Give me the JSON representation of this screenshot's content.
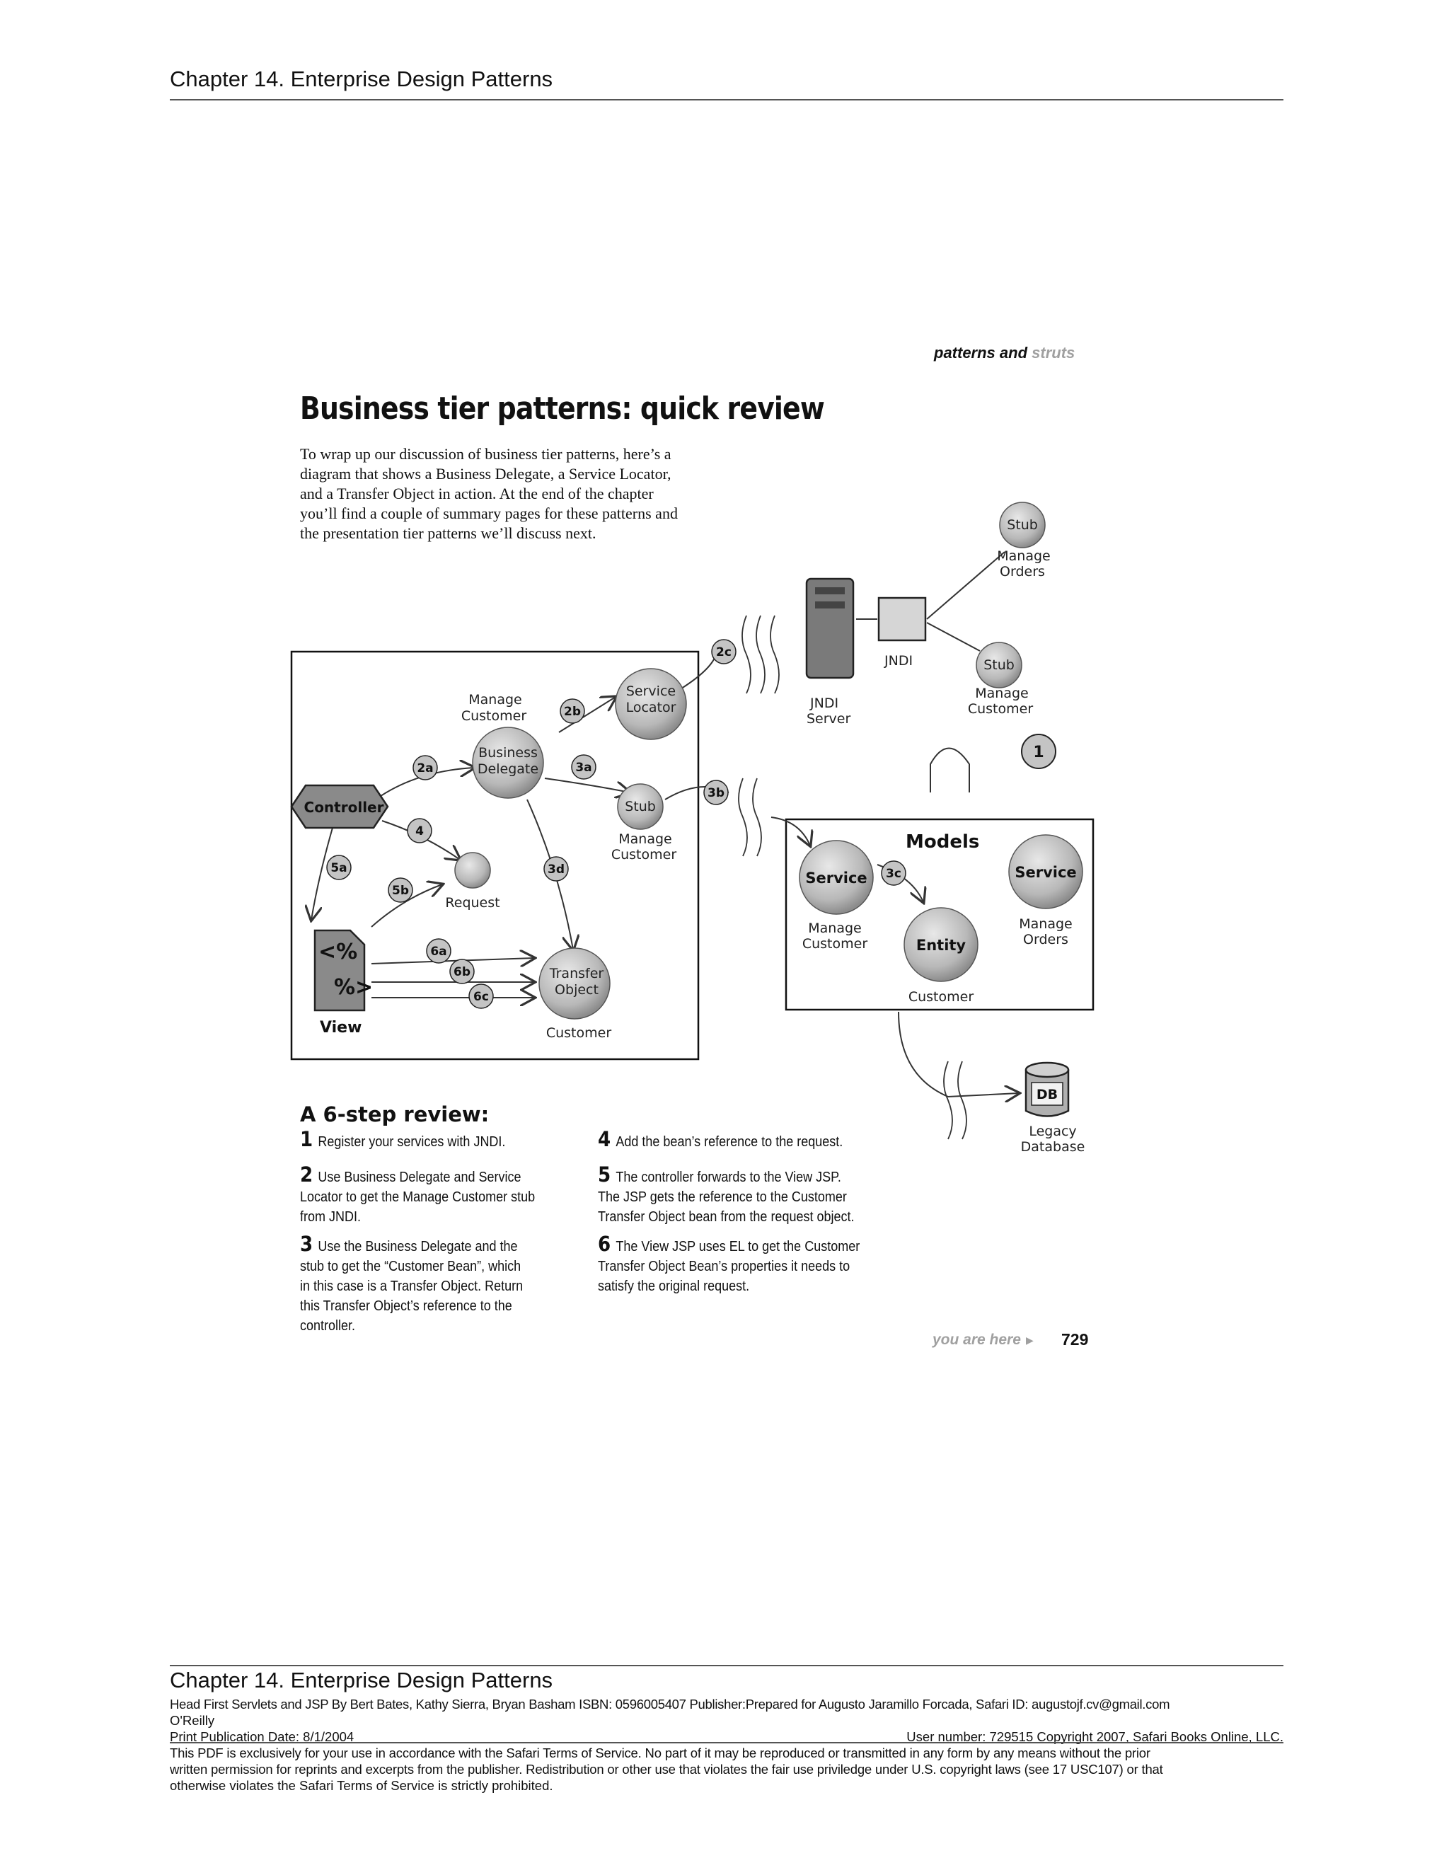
{
  "header": {
    "chapter_title": "Chapter 14. Enterprise Design Patterns"
  },
  "running_head": {
    "text1": "patterns and",
    "text2": "struts"
  },
  "page_title": "Business tier patterns: quick review",
  "intro_lines": [
    "To wrap up our discussion of business tier patterns, here’s a",
    "diagram that shows a Business Delegate, a Service Locator,",
    "and a Transfer Object in action.  At the end of the chapter",
    "you’ll find a couple of summary pages for these patterns and",
    "the presentation tier patterns we’ll discuss next."
  ],
  "diagram": {
    "colors": {
      "node_fill": "#c4c4c4",
      "box_stroke": "#111111",
      "hex_fill": "#8a8a8a"
    },
    "nodes": {
      "stub_orders_top": {
        "title": "Stub",
        "caption": [
          "Manage",
          "Orders"
        ]
      },
      "jndi_server": {
        "caption": [
          "JNDI",
          "Server"
        ]
      },
      "jndi": {
        "caption": "JNDI"
      },
      "stub_customer_top": {
        "title": "Stub",
        "caption": [
          "Manage",
          "Customer"
        ]
      },
      "service_locator": {
        "title": [
          "Service",
          "Locator"
        ]
      },
      "business_delegate": {
        "title": [
          "Business",
          "Delegate"
        ],
        "caption": [
          "Manage",
          "Customer"
        ]
      },
      "controller": {
        "title": "Controller"
      },
      "stub_local": {
        "title": "Stub",
        "caption": [
          "Manage",
          "Customer"
        ]
      },
      "request": {
        "caption": "Request"
      },
      "view": {
        "symbols": [
          "<%",
          "%>"
        ],
        "caption": "View"
      },
      "transfer_object": {
        "title": [
          "Transfer",
          "Object"
        ],
        "caption": "Customer"
      },
      "models": {
        "title": "Models"
      },
      "service_customer": {
        "title": "Service",
        "caption": [
          "Manage",
          "Customer"
        ]
      },
      "service_orders": {
        "title": "Service",
        "caption": [
          "Manage",
          "Orders"
        ]
      },
      "entity": {
        "title": "Entity",
        "caption": "Customer"
      },
      "db": {
        "title": "DB",
        "caption": [
          "Legacy",
          "Database"
        ]
      }
    },
    "step_badges": [
      "1",
      "2a",
      "2b",
      "2c",
      "3a",
      "3b",
      "3c",
      "3d",
      "4",
      "5a",
      "5b",
      "6a",
      "6b",
      "6c"
    ]
  },
  "review": {
    "heading": "A 6-step review:",
    "steps": [
      {
        "num": "1",
        "lines": [
          "Register your services with JNDI."
        ]
      },
      {
        "num": "2",
        "lines": [
          "Use Business Delegate and Service",
          "Locator to get the Manage Customer stub",
          "from JNDI."
        ]
      },
      {
        "num": "3",
        "lines": [
          "Use the Business Delegate and the",
          "stub to get the “Customer Bean”, which",
          "in this case is a Transfer Object.  Return",
          "this Transfer Object’s reference to the",
          "controller."
        ]
      },
      {
        "num": "4",
        "lines": [
          "Add the bean’s reference to the request."
        ]
      },
      {
        "num": "5",
        "lines": [
          "The controller forwards to the View JSP.",
          "The JSP gets the reference to the Customer",
          "Transfer Object bean from the request object."
        ]
      },
      {
        "num": "6",
        "lines": [
          "The View JSP uses EL to get the Customer",
          "Transfer Object Bean’s properties it needs to",
          "satisfy the original request."
        ]
      }
    ]
  },
  "page_footer": {
    "you_are_here": "you are here",
    "page_number": "729"
  },
  "footer": {
    "chapter_title": "Chapter 14. Enterprise Design Patterns",
    "book_line": "Head First Servlets and JSP By Bert Bates, Kathy Sierra, Bryan Basham ISBN: 0596005407 Publisher:Prepared for Augusto Jaramillo Forcada, Safari ID: augustojf.cv@gmail.com",
    "publisher": "O'Reilly",
    "print_date": "Print Publication Date: 8/1/2004",
    "user_line": "User number: 729515 Copyright 2007, Safari Books Online, LLC.",
    "terms": [
      "This PDF is exclusively for your use in accordance with the Safari Terms of Service. No part of it may be reproduced or transmitted in any form by any means without the prior",
      "written permission for reprints and excerpts from the publisher. Redistribution or other use that violates the fair use priviledge under U.S. copyright laws (see 17 USC107) or that",
      "otherwise violates the Safari Terms of Service is strictly prohibited."
    ]
  }
}
